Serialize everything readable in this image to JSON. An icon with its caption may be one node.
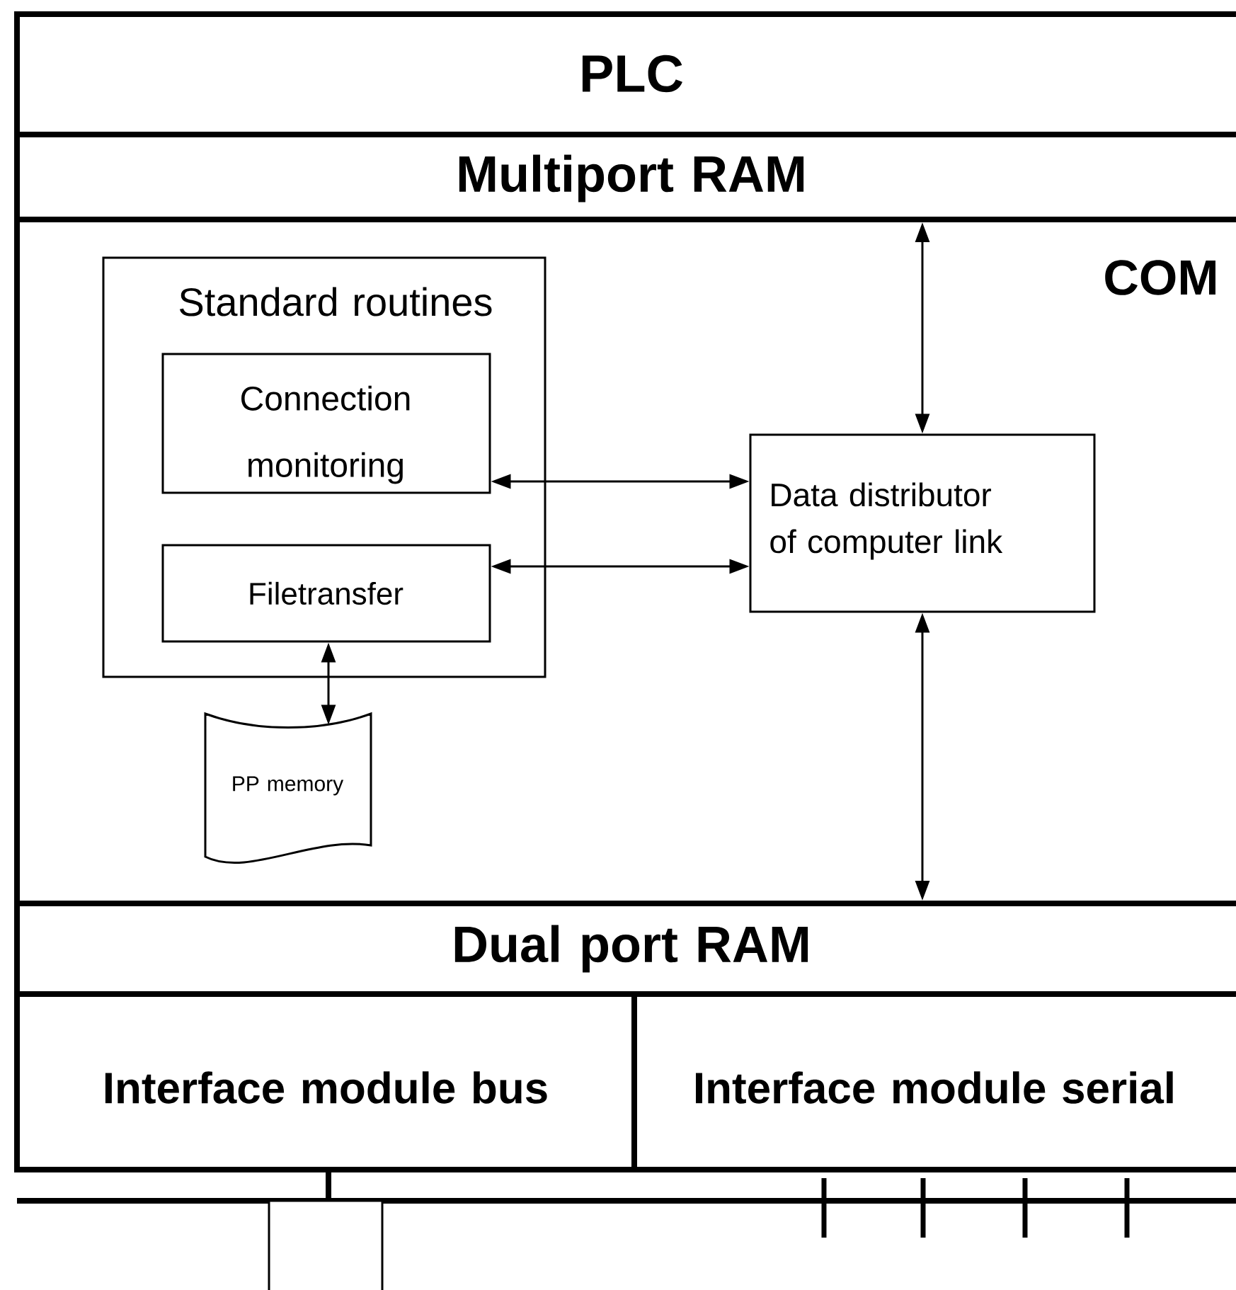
{
  "diagram": {
    "nodes": [
      {
        "text": [
          "PLC"
        ]
      },
      {
        "text": [
          "Multiport RAM"
        ]
      },
      {
        "text": [
          "COM"
        ]
      },
      {
        "text": [
          "Standard routines"
        ],
        "in": 2
      },
      {
        "text": [
          "Connection monitoring"
        ],
        "in": 3
      },
      {
        "text": [
          "Filetransfer"
        ],
        "in": 3
      },
      {
        "text": [
          "PP memory"
        ],
        "in": 2
      },
      {
        "text": [
          "Data distributor of computer link"
        ],
        "in": 2
      },
      {
        "text": [
          "Dual port RAM"
        ]
      },
      {
        "text": [
          "Interface module bus"
        ]
      },
      {
        "text": [
          "Interface module serial"
        ]
      },
      {
        "text": [],
        "shape": "box"
      }
    ],
    "edges": [
      {
        "from": 1,
        "to": 7,
        "arrow": "both"
      },
      {
        "from": 4,
        "to": 7,
        "arrow": "both"
      },
      {
        "from": 5,
        "to": 7,
        "arrow": "both"
      },
      {
        "from": 5,
        "to": 6,
        "arrow": "both"
      },
      {
        "from": 7,
        "to": 8,
        "arrow": "both"
      },
      {
        "from": 9,
        "to": 11,
        "arrow": "none",
        "style": "thick"
      }
    ]
  }
}
